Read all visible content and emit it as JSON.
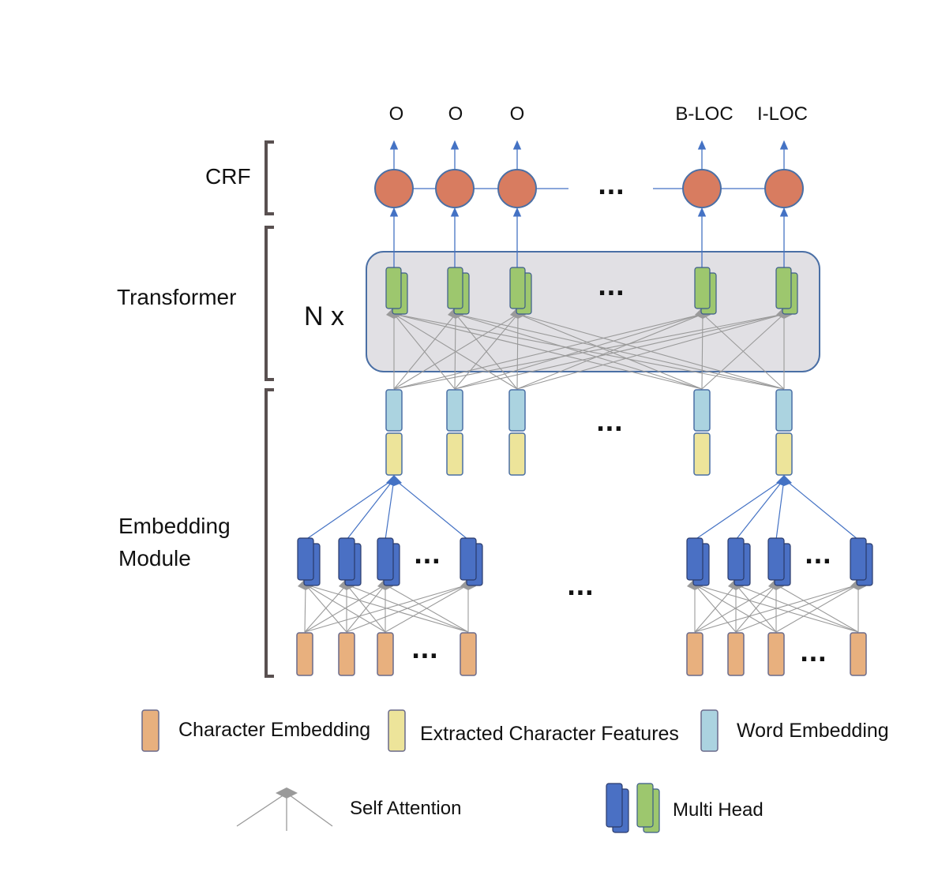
{
  "output_labels": [
    "O",
    "O",
    "O",
    "B-LOC",
    "I-LOC"
  ],
  "sections": {
    "crf": "CRF",
    "transformer": "Transformer",
    "embedding_line1": "Embedding",
    "embedding_line2": "Module"
  },
  "repeat_label": "N x",
  "ellipsis": "...",
  "legend": {
    "character_embedding": "Character Embedding",
    "extracted_features": "Extracted Character Features",
    "word_embedding": "Word Embedding",
    "self_attention": "Self Attention",
    "multi_head": "Multi Head"
  },
  "colors": {
    "crf_node": "#D87C60",
    "transformer_head": "#9DC76E",
    "embedding_head": "#4A70C4",
    "char_embedding": "#E8B07E",
    "extracted_features": "#EDE49A",
    "word_embedding": "#ABD3E0",
    "transformer_box": "#E1E0E4",
    "box_border": "#4A6FA5",
    "arrow_blue": "#4472C4",
    "arrow_gray": "#9A9A9A",
    "bracket": "#595050"
  }
}
